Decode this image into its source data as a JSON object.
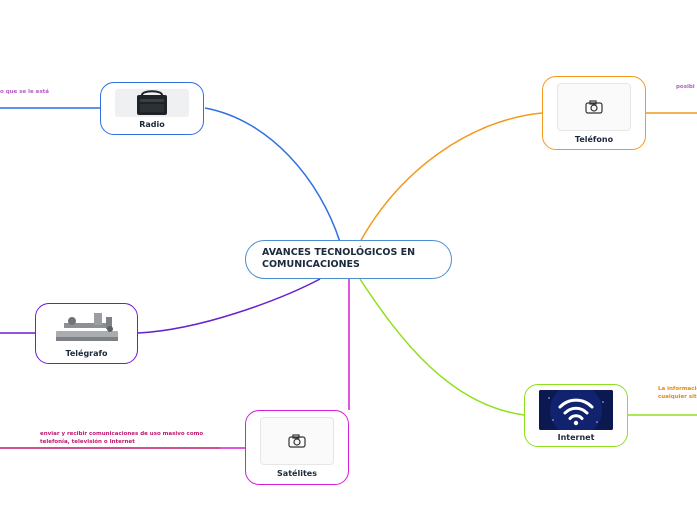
{
  "central": {
    "title_line1": "AVANCES TECNOLÓGICOS EN",
    "title_line2": "COMUNICACIONES"
  },
  "branches": {
    "radio": {
      "label": "Radio",
      "color": "#2f6fe0",
      "image": "radio-image"
    },
    "telefono": {
      "label": "Teléfono",
      "color": "#f39a1e",
      "image": "camera-icon"
    },
    "telegrafo": {
      "label": "Telégrafo",
      "color": "#6a1fd0",
      "image": "telegraph-key-image"
    },
    "satelites": {
      "label": "Satélites",
      "color": "#d51fd5",
      "image": "camera-icon"
    },
    "internet": {
      "label": "Internet",
      "color": "#8ee01e",
      "image": "wifi-image"
    }
  },
  "notes": {
    "radio": "o que se le está",
    "telefono": "posibi",
    "satelites_line1": "enviar y recibir comunicaciones de uso masivo como",
    "satelites_line2": "telefonía, televisión o Internet",
    "internet_line1": "La informació",
    "internet_line2": "cualquier siti"
  },
  "note_colors": {
    "radio": "#b85ac8",
    "telefono": "#b85ac8",
    "satelites": "#c0156e",
    "internet": "#e08a10"
  }
}
